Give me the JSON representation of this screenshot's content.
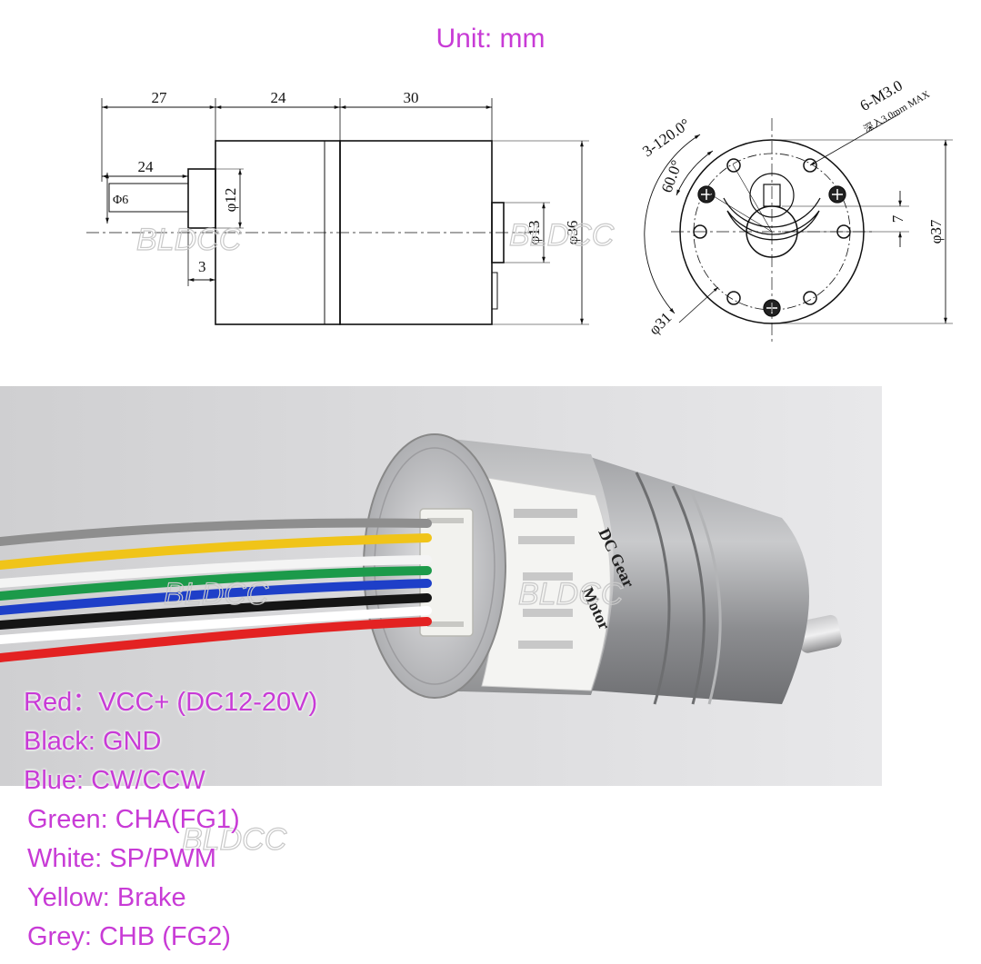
{
  "header": {
    "title": "Unit: mm"
  },
  "side_view": {
    "dims": {
      "len_a": "27",
      "len_b": "24",
      "len_c": "30",
      "shaft_len": "24",
      "shaft_dia": "Φ6",
      "boss_dia": "φ12",
      "offset": "3",
      "rear_dia": "φ13",
      "body_dia": "φ36"
    }
  },
  "front_view": {
    "dims": {
      "angle_holes": "3-120.0°",
      "angle": "60.0°",
      "screw": "6-M3.0",
      "screw_depth": "深入3.0mm MAX",
      "flat": "7",
      "body_dia": "φ37",
      "pcd": "φ31"
    }
  },
  "photo": {
    "label_line1": "DC Gear",
    "label_line2": "Motor",
    "watermark": "BLDCC"
  },
  "wires": [
    {
      "text": "Red：VCC+ (DC12-20V)",
      "color": "#e32222"
    },
    {
      "text": "Black: GND",
      "color": "#151515"
    },
    {
      "text": "Blue: CW/CCW",
      "color": "#1e3fc8"
    },
    {
      "text": "Green: CHA(FG1)",
      "color": "#1c9a4a"
    },
    {
      "text": "White: SP/PWM",
      "color": "#f4f4f4"
    },
    {
      "text": "Yellow: Brake",
      "color": "#f0c419"
    },
    {
      "text": "Grey: CHB (FG2)",
      "color": "#8e8e8e"
    }
  ]
}
